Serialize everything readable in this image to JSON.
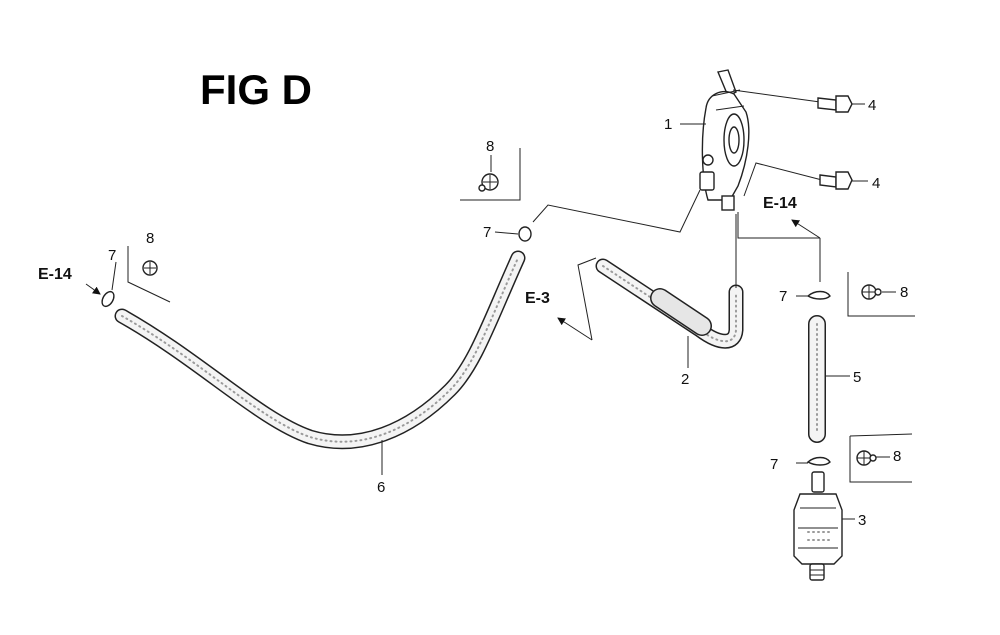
{
  "figure": {
    "title": "FIG D"
  },
  "references": {
    "e14_left": "E-14",
    "e14_right": "E-14",
    "e3": "E-3"
  },
  "callouts": {
    "fuel_valve": "1",
    "hose_short": "2",
    "fuel_filter": "3",
    "bolt_upper": "4",
    "bolt_lower": "4",
    "hose_middle": "5",
    "hose_long": "6",
    "clip_valve": "7",
    "clip_left": "7",
    "clip_right_top": "7",
    "clip_right_bottom": "7",
    "clamp_top_middle": "8",
    "clamp_left": "8",
    "clamp_right_top": "8",
    "clamp_right_bottom": "8"
  }
}
